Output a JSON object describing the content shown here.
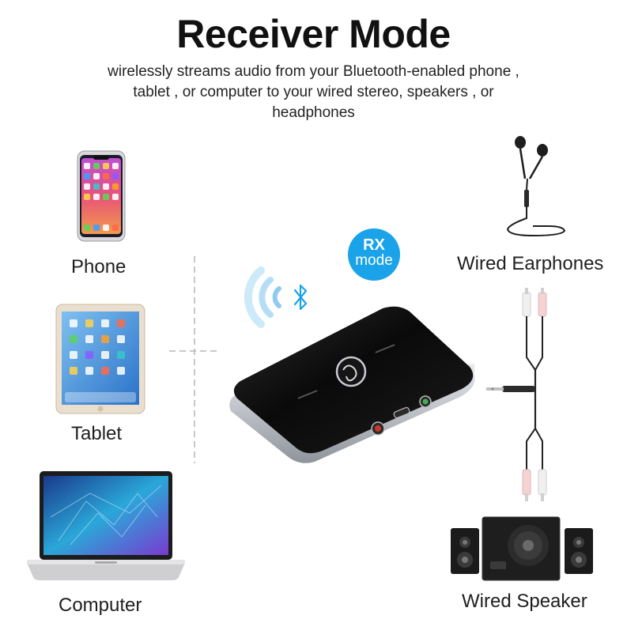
{
  "header": {
    "title": "Receiver Mode",
    "subtitle": "wirelessly streams audio from your Bluetooth-enabled phone , tablet , or computer to your wired stereo, speakers , or headphones"
  },
  "badge": {
    "line1": "RX",
    "line2": "mode",
    "color": "#1aa3e8"
  },
  "sources": [
    {
      "label": "Phone",
      "icon": "smartphone-icon"
    },
    {
      "label": "Tablet",
      "icon": "tablet-icon"
    },
    {
      "label": "Computer",
      "icon": "laptop-icon"
    }
  ],
  "outputs": [
    {
      "label": "Wired Earphones",
      "icon": "earphones-icon"
    },
    {
      "label": "Wired Speaker",
      "icon": "speaker-icon"
    }
  ],
  "colors": {
    "bluetooth": "#1aa3e8",
    "device_body": "#0d0d0d",
    "device_rim": "#c8ccd2"
  }
}
